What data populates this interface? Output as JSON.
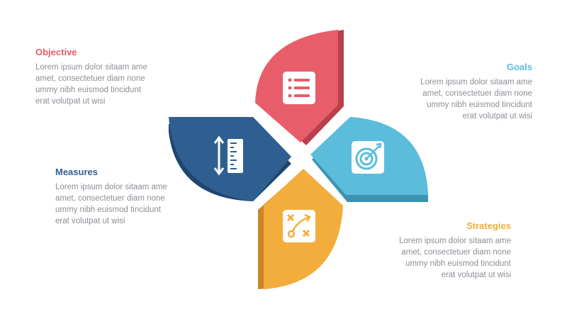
{
  "sections": {
    "objective": {
      "title": "Objective",
      "color": "#e85d6a",
      "lines": [
        "Lorem ipsum dolor sitaam ame",
        "amet, consectetuer diam none",
        "ummy  nibh euismod tincidunt",
        "erat volutpat ut wisi"
      ],
      "icon": "list-icon"
    },
    "goals": {
      "title": "Goals",
      "color": "#5bbcdb",
      "lines": [
        "Lorem ipsum dolor sitaam ame",
        "amet, consectetuer diam none",
        "ummy  nibh euismod tincidunt",
        "erat volutpat ut wisi"
      ],
      "icon": "target-icon"
    },
    "measures": {
      "title": "Measures",
      "color": "#2f5f91",
      "lines": [
        "Lorem ipsum dolor sitaam ame",
        "amet, consectetuer diam none",
        "ummy  nibh euismod tincidunt",
        "erat volutpat ut wisi"
      ],
      "icon": "ruler-icon"
    },
    "strategies": {
      "title": "Strategies",
      "color": "#f2ad3c",
      "lines": [
        "Lorem ipsum dolor sitaam ame",
        "amet, consectetuer diam none",
        "ummy  nibh euismod tincidunt",
        "erat volutpat ut wisi"
      ],
      "icon": "strategy-icon"
    }
  }
}
